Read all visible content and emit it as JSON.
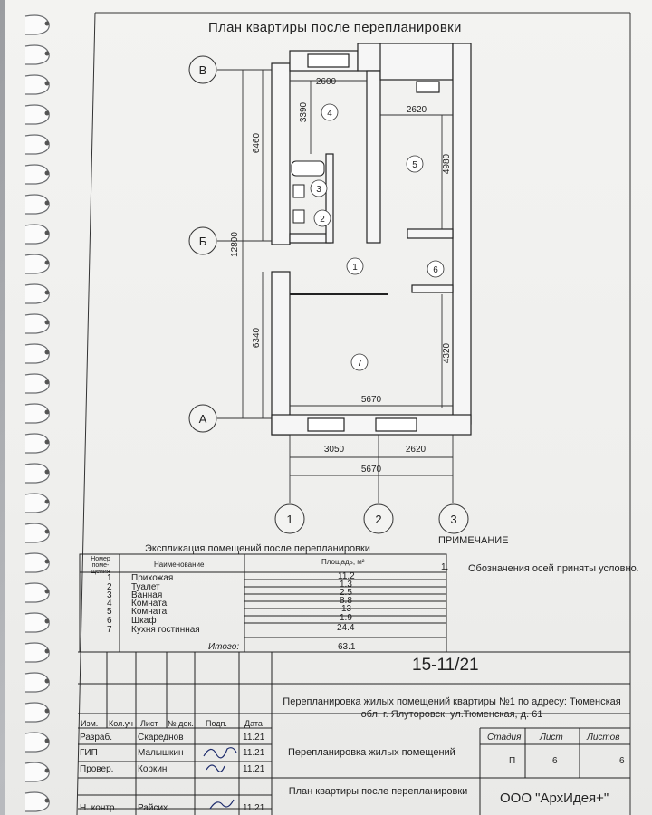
{
  "title": "План квартиры после перепланировки",
  "axes": {
    "rows": [
      "В",
      "Б",
      "А"
    ],
    "columns": [
      "1",
      "2",
      "3"
    ]
  },
  "dimensions": {
    "top_room4_width": "2600",
    "top_room5_width": "2620",
    "room4_height": "3390",
    "room5_height": "4980",
    "upper_total": "6460",
    "overall_height": "12800",
    "lower_total": "6340",
    "room7_height": "4320",
    "room7_width": "5670",
    "bottom_left": "3050",
    "bottom_right": "2620",
    "bottom_total": "5670"
  },
  "room_numbers": [
    "1",
    "2",
    "3",
    "4",
    "5",
    "6",
    "7"
  ],
  "note": {
    "heading": "ПРИМЕЧАНИЕ",
    "number": "1.",
    "text": "Обозначения осей приняты условно."
  },
  "explication": {
    "title": "Экспликация помещений после перепланировки",
    "headers": {
      "num": "Номер поме- щения",
      "name": "Наименование",
      "area": "Площадь, м²"
    },
    "rows": [
      {
        "num": "1",
        "name": "Прихожая",
        "area": "11.2"
      },
      {
        "num": "2",
        "name": "Туалет",
        "area": "1.3"
      },
      {
        "num": "3",
        "name": "Ванная",
        "area": "2.5"
      },
      {
        "num": "4",
        "name": "Комната",
        "area": "8.8"
      },
      {
        "num": "5",
        "name": "Комната",
        "area": "13"
      },
      {
        "num": "6",
        "name": "Шкаф",
        "area": "1.9"
      },
      {
        "num": "7",
        "name": "Кухня гостинная",
        "area": "24.4"
      }
    ],
    "total_label": "Итого:",
    "total_value": "63.1"
  },
  "stamp": {
    "doc_code": "15-11/21",
    "project_name": "Перепланировка жилых помещений квартиры №1 по адресу: Тюменская обл, г. Ялуторовск, ул.Тюменская, д. 61",
    "work_name": "Перепланировка жилых помещений",
    "sheet_title": "План квартиры после перепланировки",
    "company": "ООО \"АрхИдея+\"",
    "col_headers": [
      "Изм.",
      "Кол.уч",
      "Лист",
      "№ док.",
      "Подп.",
      "Дата"
    ],
    "stage_label": "Стадия",
    "sheet_label": "Лист",
    "sheets_label": "Листов",
    "stage": "П",
    "sheet": "6",
    "sheets": "6",
    "signers": [
      {
        "role": "Разраб.",
        "name": "Скареднов",
        "date": "11.21"
      },
      {
        "role": "ГИП",
        "name": "Малышкин",
        "date": "11.21"
      },
      {
        "role": "Провер.",
        "name": "Коркин",
        "date": "11.21"
      },
      {
        "role": "Н. контр.",
        "name": "Райсих",
        "date": "11.21"
      }
    ]
  }
}
